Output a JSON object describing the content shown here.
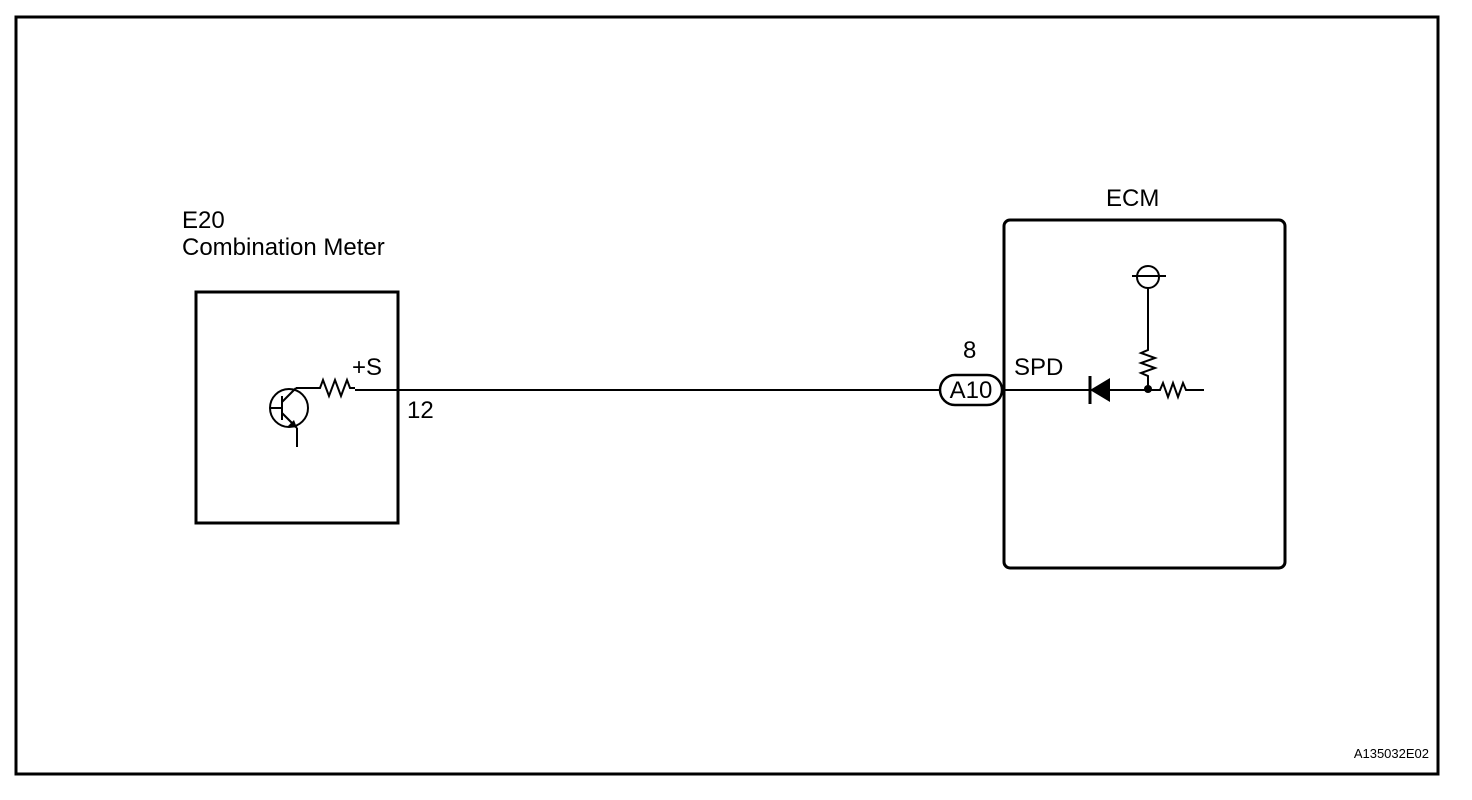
{
  "combination_meter": {
    "connector_id": "E20",
    "name": "Combination Meter",
    "terminal_name": "+S",
    "terminal_number": "12"
  },
  "ecm": {
    "name": "ECM",
    "terminal_name": "SPD",
    "terminal_number": "8",
    "connector_id": "A10"
  },
  "figure_id": "A135032E02"
}
